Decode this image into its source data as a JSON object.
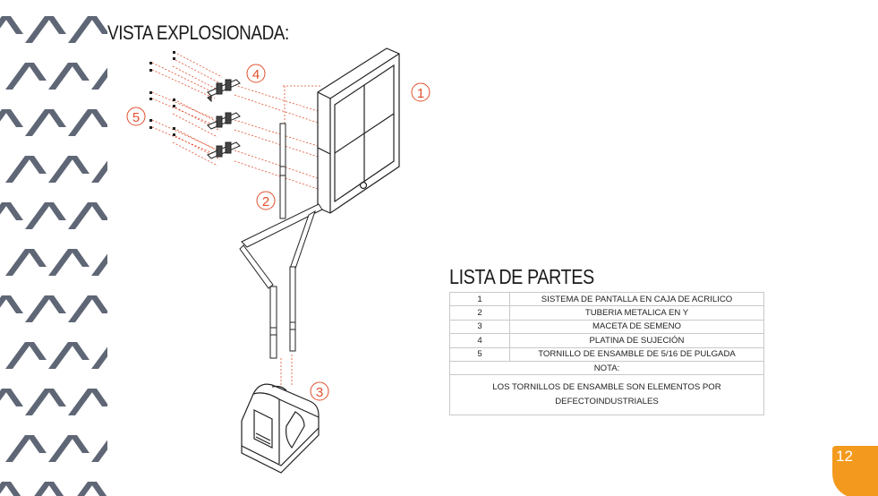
{
  "title": "VISTA EXPLOSIONADA:",
  "parts_title": "LISTA DE PARTES",
  "parts": [
    {
      "num": "1",
      "name": "SISTEMA DE PANTALLA EN CAJA DE ACRILICO"
    },
    {
      "num": "2",
      "name": "TUBERIA METALICA EN Y"
    },
    {
      "num": "3",
      "name": "MACETA DE SEMENO"
    },
    {
      "num": "4",
      "name": "PLATINA DE SUJECIÓN"
    },
    {
      "num": "5",
      "name": "TORNILLO DE ENSAMBLE DE 5/16 DE PULGADA"
    }
  ],
  "note_label": "NOTA:",
  "note_lines": [
    "LOS TORNILLOS DE ENSAMBLE SON ELEMENTOS POR",
    "DEFECTOINDUSTRIALES"
  ],
  "callouts": [
    "1",
    "2",
    "3",
    "4",
    "5"
  ],
  "page_number": "12",
  "colors": {
    "accent": "#f39a1e",
    "callout": "#e0502e",
    "pattern": "#5f6675"
  }
}
